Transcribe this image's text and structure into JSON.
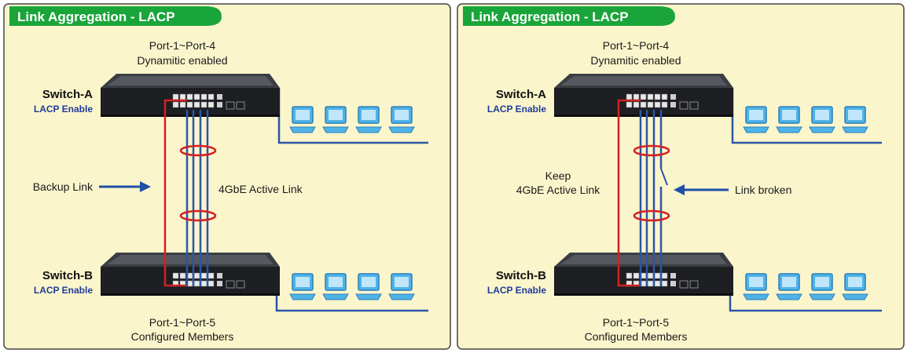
{
  "colors": {
    "panel_bg": "#fbf5cc",
    "title_tab": "#1aa53a",
    "lacp_text": "#1f3c9b",
    "backup_link": "#d42020",
    "active_link": "#2b56a8",
    "arrow": "#1f4fa6",
    "monitor": "#4fb3e8"
  },
  "panels": [
    {
      "title": "Link Aggregation - LACP",
      "top_port_line1": "Port-1~Port-4",
      "top_port_line2": "Dynamitic enabled",
      "switch_a_name": "Switch-A",
      "switch_a_lacp": "LACP Enable",
      "switch_b_name": "Switch-B",
      "switch_b_lacp": "LACP Enable",
      "left_label_line1": "",
      "left_label_line2": "Backup Link",
      "right_label": "4GbE Active Link",
      "bottom_port_line1": "Port-1~Port-5",
      "bottom_port_line2": "Configured Members"
    },
    {
      "title": "Link Aggregation - LACP",
      "top_port_line1": "Port-1~Port-4",
      "top_port_line2": "Dynamitic enabled",
      "switch_a_name": "Switch-A",
      "switch_a_lacp": "LACP Enable",
      "switch_b_name": "Switch-B",
      "switch_b_lacp": "LACP Enable",
      "left_label_line1": "Keep",
      "left_label_line2": "4GbE Active Link",
      "right_label": "Link broken",
      "bottom_port_line1": "Port-1~Port-5",
      "bottom_port_line2": "Configured Members"
    }
  ]
}
